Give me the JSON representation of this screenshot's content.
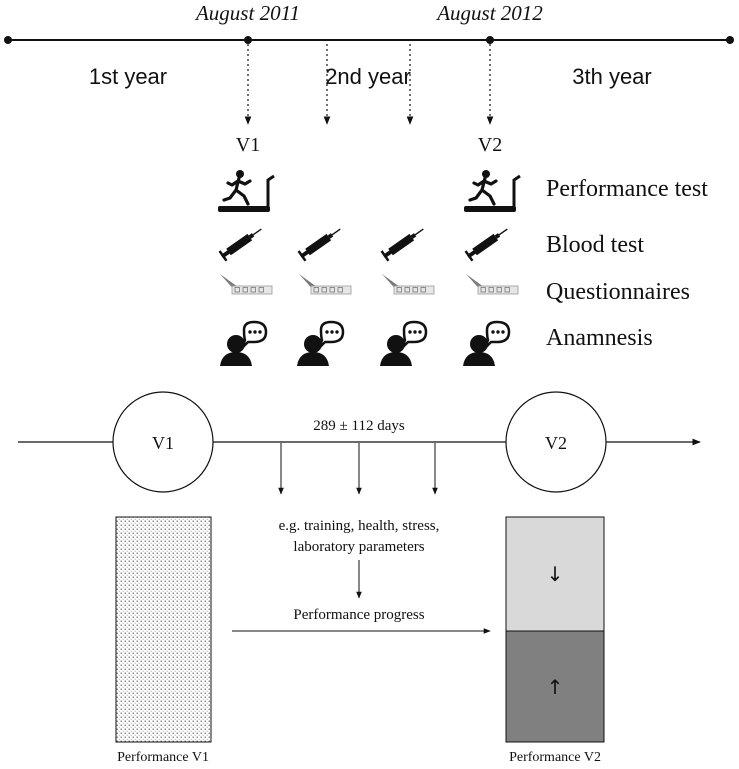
{
  "timeline": {
    "dates": [
      "August 2011",
      "August 2012"
    ],
    "periods": [
      "1st year",
      "2nd year",
      "3th year"
    ],
    "visits": [
      "V1",
      "V2"
    ]
  },
  "rows": [
    {
      "label": "Performance test",
      "icon": "treadmill-runner-icon"
    },
    {
      "label": "Blood test",
      "icon": "syringe-icon"
    },
    {
      "label": "Questionnaires",
      "icon": "pen-checklist-icon"
    },
    {
      "label": "Anamnesis",
      "icon": "speaking-person-icon"
    }
  ],
  "model": {
    "interval": "289 ± 112 days",
    "v1": "V1",
    "v2": "V2",
    "factors_line1": "e.g. training, health, stress,",
    "factors_line2": "laboratory parameters",
    "progress": "Performance progress",
    "perf_v1": "Performance V1",
    "perf_v2": "Performance V2",
    "down_arrow": "↓",
    "up_arrow": "↑"
  },
  "colors": {
    "line": "#111111",
    "v2_top": "#d9d9d9",
    "v2_bottom": "#808080"
  }
}
